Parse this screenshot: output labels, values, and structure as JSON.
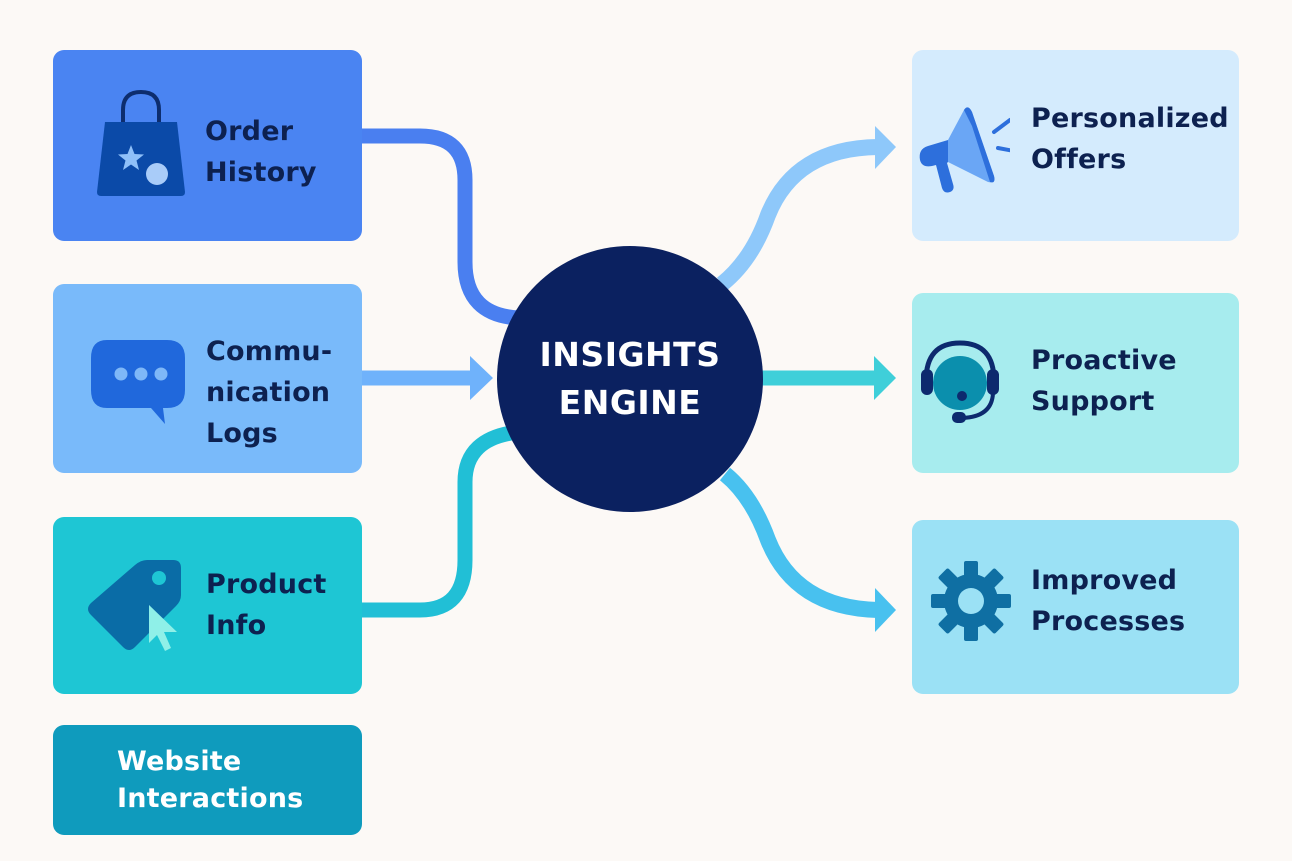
{
  "diagram": {
    "title": "Insights Engine data flow",
    "background_color": "#fcf9f6",
    "center": {
      "label": "INSIGHTS\nENGINE",
      "color": "#0b2160"
    },
    "inputs": [
      {
        "id": "order-history",
        "label": "Order\nHistory",
        "icon": "shopping-bag-icon",
        "color": "#4a84f2",
        "connector_color": "#4a7ff0"
      },
      {
        "id": "communication-logs",
        "label": "Commu-\nnication\nLogs",
        "icon": "chat-bubble-icon",
        "color": "#79bafa",
        "connector_color": "#6fb2fb"
      },
      {
        "id": "product-info",
        "label": "Product\nInfo",
        "icon": "price-tag-cursor-icon",
        "color": "#1ec6d4",
        "connector_color": "#21bfd6"
      },
      {
        "id": "website-interactions",
        "label": "Website\nInteractions",
        "icon": "",
        "color": "#0f9bbd"
      }
    ],
    "outputs": [
      {
        "id": "personalized-offers",
        "label": "Personalized\nOffers",
        "icon": "megaphone-icon",
        "color": "#d4ebfd",
        "connector_color": "#8ec8fa"
      },
      {
        "id": "proactive-support",
        "label": "Proactive\nSupport",
        "icon": "headset-icon",
        "color": "#a7ecee",
        "connector_color": "#3fcfd9"
      },
      {
        "id": "improved-processes",
        "label": "Improved\nProcesses",
        "icon": "gear-icon",
        "color": "#9be1f5",
        "connector_color": "#48c1ef"
      }
    ]
  }
}
